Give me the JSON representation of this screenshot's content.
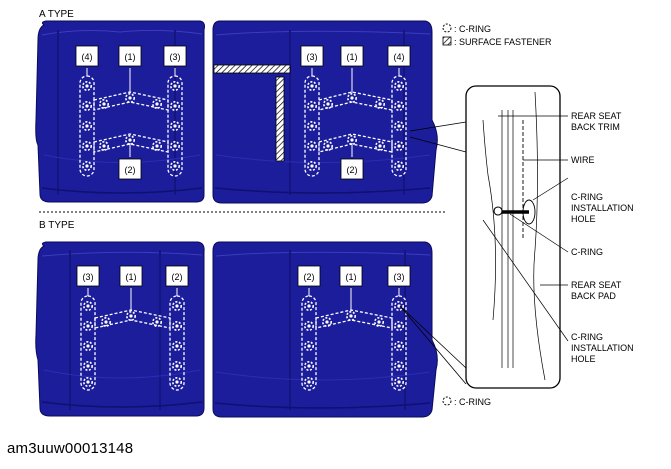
{
  "diagram": {
    "a_type_label": "A TYPE",
    "b_type_label": "B TYPE",
    "legend_a": {
      "c_ring": ": C-RING",
      "surface_fastener": ": SURFACE FASTENER"
    },
    "legend_b": {
      "c_ring": ": C-RING"
    },
    "a_left_tags": [
      "(4)",
      "(1)",
      "(3)",
      "(2)"
    ],
    "a_right_tags": [
      "(3)",
      "(1)",
      "(4)",
      "(2)"
    ],
    "b_left_tags": [
      "(3)",
      "(1)",
      "(2)"
    ],
    "b_right_tags": [
      "(2)",
      "(1)",
      "(3)"
    ],
    "detail_labels": {
      "rear_seat_back_trim_1": "REAR SEAT",
      "rear_seat_back_trim_2": "BACK TRIM",
      "wire": "WIRE",
      "c_ring_hole_top_1": "C-RING",
      "c_ring_hole_top_2": "INSTALLATION",
      "c_ring_hole_top_3": "HOLE",
      "c_ring": "C-RING",
      "rear_seat_back_pad_1": "REAR SEAT",
      "rear_seat_back_pad_2": "BACK PAD",
      "c_ring_hole_bottom_1": "C-RING",
      "c_ring_hole_bottom_2": "INSTALLATION",
      "c_ring_hole_bottom_3": "HOLE"
    },
    "figure_id": "am3uuw00013148",
    "colors": {
      "seat_fill": "#1c1d9a",
      "seat_dark": "#10117a",
      "seat_light": "#2a2cb0"
    }
  }
}
